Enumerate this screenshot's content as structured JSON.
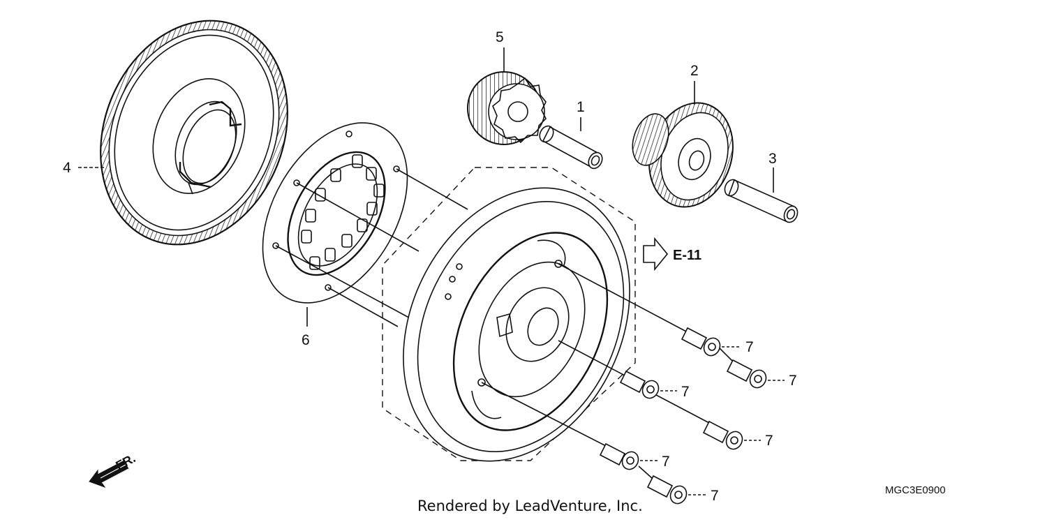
{
  "diagram": {
    "callouts": [
      {
        "id": "1",
        "label": "1"
      },
      {
        "id": "2",
        "label": "2"
      },
      {
        "id": "3",
        "label": "3"
      },
      {
        "id": "4",
        "label": "4"
      },
      {
        "id": "5",
        "label": "5"
      },
      {
        "id": "6",
        "label": "6"
      },
      {
        "id": "7a",
        "label": "7"
      },
      {
        "id": "7b",
        "label": "7"
      },
      {
        "id": "7c",
        "label": "7"
      },
      {
        "id": "7d",
        "label": "7"
      },
      {
        "id": "7e",
        "label": "7"
      },
      {
        "id": "7f",
        "label": "7"
      }
    ],
    "reference": "E-11",
    "direction_label": "FR.",
    "diagram_code": "MGC3E0900",
    "credit": "Rendered by LeadVenture, Inc."
  }
}
